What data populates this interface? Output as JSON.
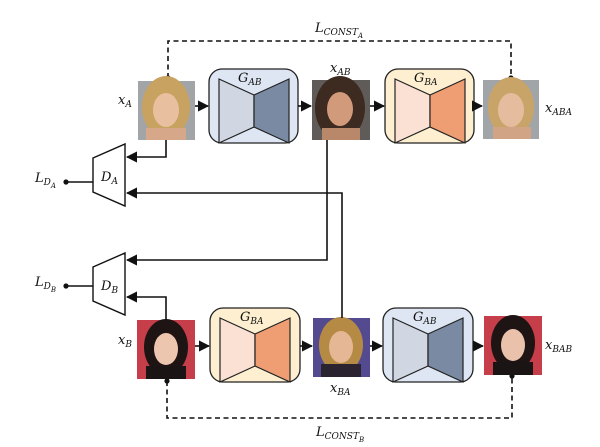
{
  "labels": {
    "loss_const_a": {
      "main": "L",
      "sub": "CONST",
      "subsub": "A"
    },
    "loss_const_b": {
      "main": "L",
      "sub": "CONST",
      "subsub": "B"
    },
    "x_a": {
      "main": "x",
      "sub": "A"
    },
    "x_ab": {
      "main": "x",
      "sub": "AB"
    },
    "x_aba": {
      "main": "x",
      "sub": "ABA"
    },
    "x_b": {
      "main": "x",
      "sub": "B"
    },
    "x_ba": {
      "main": "x",
      "sub": "BA"
    },
    "x_bab": {
      "main": "x",
      "sub": "BAB"
    },
    "g_ab_top": {
      "main": "G",
      "sub": "AB"
    },
    "g_ba_top": {
      "main": "G",
      "sub": "BA"
    },
    "g_ba_bottom": {
      "main": "G",
      "sub": "BA"
    },
    "g_ab_bottom": {
      "main": "G",
      "sub": "AB"
    },
    "d_a": {
      "main": "D",
      "sub": "A"
    },
    "d_b": {
      "main": "D",
      "sub": "B"
    },
    "loss_d_a": {
      "main": "L",
      "sub": "D",
      "subsub": "A"
    },
    "loss_d_b": {
      "main": "L",
      "sub": "D",
      "subsub": "B"
    }
  },
  "colors": {
    "generator_ab_bg": "#dde6f2",
    "generator_ab_left": "#d0d7e3",
    "generator_ab_right": "#7b8aa3",
    "generator_ba_bg": "#fdefd0",
    "generator_ba_left": "#fbe1d4",
    "generator_ba_right": "#ee9e72",
    "blonde_bg": "#a2a5a8",
    "brunette_bg": "#5f5b58",
    "red_bg": "#c53e4a",
    "purple_bg": "#534a8f"
  }
}
